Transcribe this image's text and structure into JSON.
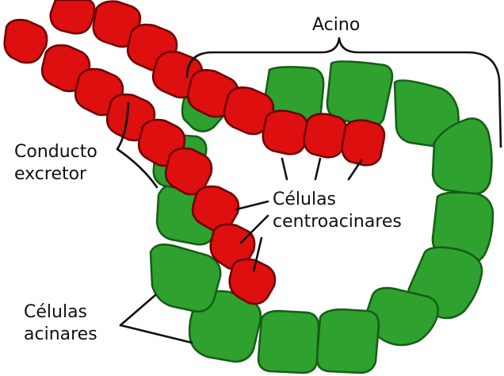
{
  "labels": {
    "acino": "Acino",
    "conducto_line1": "Conducto",
    "conducto_line2": "excretor",
    "centro_line1": "Células",
    "centro_line2": "centroacinares",
    "acinares_line1": "Células",
    "acinares_line2": "acinares"
  },
  "colors": {
    "acinar_cell": "#2ea12e",
    "duct_cell": "#dd0f0f",
    "background": "#ffffff",
    "text": "#111111"
  }
}
